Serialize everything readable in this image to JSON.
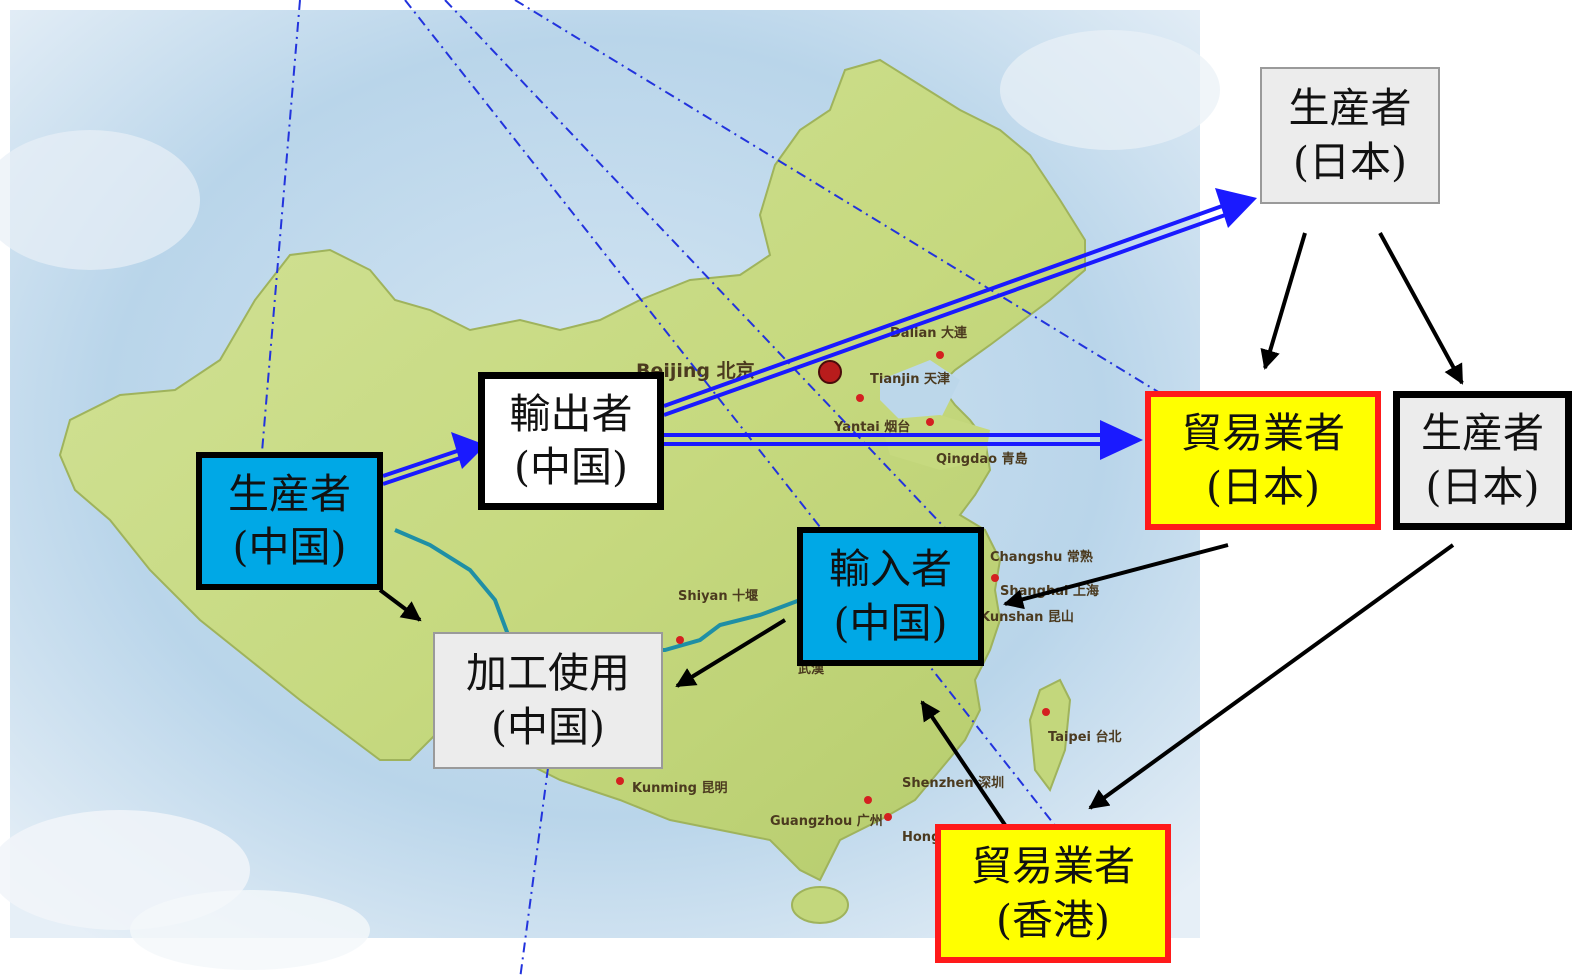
{
  "nodes": {
    "producer_china": {
      "line1": "生産者",
      "line2": "(中国)"
    },
    "exporter_china": {
      "line1": "輸出者",
      "line2": "(中国)"
    },
    "producer_japan_top": {
      "line1": "生産者",
      "line2": "(日本)"
    },
    "trader_japan": {
      "line1": "貿易業者",
      "line2": "(日本)"
    },
    "producer_japan_right": {
      "line1": "生産者",
      "line2": "(日本)"
    },
    "importer_china": {
      "line1": "輸入者",
      "line2": "(中国)"
    },
    "processing_china": {
      "line1": "加工使用",
      "line2": "(中国)"
    },
    "trader_hongkong": {
      "line1": "貿易業者",
      "line2": "(香港)"
    }
  },
  "map_labels": {
    "beijing": "Beijing 北京",
    "dalian": "Dalian 大連",
    "tianjin": "Tianjin 天津",
    "yantai": "Yantai 烟台",
    "qingdao": "Qingdao 青島",
    "changshu": "Changshu 常熟",
    "shanghai": "Shanghai 上海",
    "kunshan": "Kunshan 昆山",
    "shiyan": "Shiyan 十堰",
    "wuhan": "武漢",
    "taipei": "Taipei 台北",
    "kunming": "Kunming 昆明",
    "shenzhen": "Shenzhen 深圳",
    "guangzhou": "Guangzhou 广州",
    "hongkong": "Hong 香港"
  },
  "colors": {
    "flow_blue": "#1a1aff",
    "flow_black": "#000000",
    "node_blue": "#00a8e6",
    "node_yellow": "#ffff00",
    "node_red_border": "#ff1a1a",
    "land": "#c9dc88",
    "sea": "#bfd9ec"
  }
}
